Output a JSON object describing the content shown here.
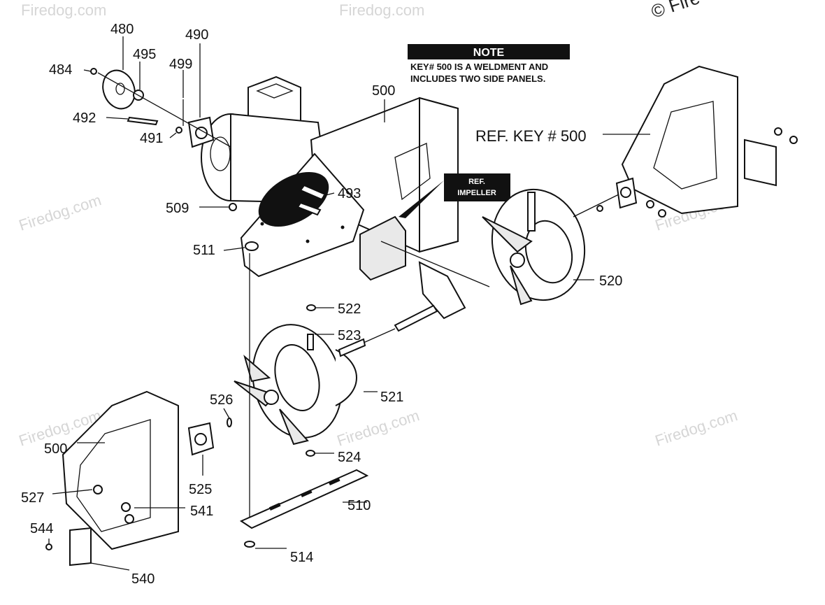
{
  "watermarks": {
    "brand": "Firedog.com",
    "copyright_partial": "© Fire"
  },
  "note": {
    "heading": "NOTE",
    "line1": "KEY# 500 IS A WELDMENT AND",
    "line2": "INCLUDES TWO SIDE PANELS."
  },
  "ref_tag": {
    "line1": "REF.",
    "line2": "IMPELLER"
  },
  "ref_key_label": "REF. KEY # 500",
  "part_numbers": {
    "p480": "480",
    "p484": "484",
    "p490": "490",
    "p491": "491",
    "p492": "492",
    "p493": "493",
    "p495": "495",
    "p499": "499",
    "p500": "500",
    "p509": "509",
    "p510": "510",
    "p511": "511",
    "p514": "514",
    "p520": "520",
    "p521": "521",
    "p522": "522",
    "p523": "523",
    "p524": "524",
    "p525": "525",
    "p526": "526",
    "p527": "527",
    "p540": "540",
    "p541": "541",
    "p544": "544"
  }
}
